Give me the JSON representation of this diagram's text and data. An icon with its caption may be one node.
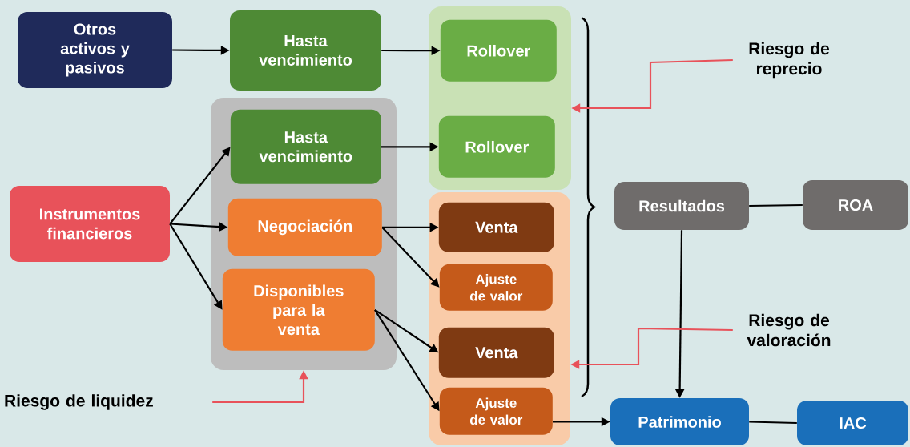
{
  "diagram": {
    "nodes": [
      {
        "text": [
          "Otros activos y pasivos"
        ]
      },
      {
        "text": [
          "Hasta vencimiento"
        ]
      },
      {
        "text": [],
        "shape": "box"
      },
      {
        "text": [
          "Rollover"
        ],
        "in": 2
      },
      {
        "text": [
          "Rollover"
        ],
        "in": 2
      },
      {
        "text": [],
        "shape": "box"
      },
      {
        "text": [
          "Hasta vencimiento"
        ],
        "in": 5
      },
      {
        "text": [
          "Negociación"
        ],
        "in": 5
      },
      {
        "text": [
          "Disponibles para la venta"
        ],
        "in": 5
      },
      {
        "text": [
          "Instrumentos financieros"
        ]
      },
      {
        "text": [],
        "shape": "box"
      },
      {
        "text": [
          "Venta"
        ],
        "in": 10
      },
      {
        "text": [
          "Ajuste de valor"
        ],
        "in": 10
      },
      {
        "text": [
          "Venta"
        ],
        "in": 10
      },
      {
        "text": [
          "Ajuste de valor"
        ],
        "in": 10
      },
      {
        "text": [
          "Resultados"
        ]
      },
      {
        "text": [
          "ROA"
        ]
      },
      {
        "text": [
          "Patrimonio"
        ]
      },
      {
        "text": [
          "IAC"
        ]
      },
      {
        "text": [
          "Riesgo de reprecio"
        ]
      },
      {
        "text": [
          "Riesgo de valoración"
        ]
      },
      {
        "text": [
          "Riesgo de liquidez"
        ]
      }
    ],
    "edges": [
      {
        "from": 0,
        "to": 1,
        "arrow": "to"
      },
      {
        "from": 1,
        "to": 3,
        "arrow": "to"
      },
      {
        "from": 6,
        "to": 4,
        "arrow": "to"
      },
      {
        "from": 9,
        "to": 6,
        "arrow": "to"
      },
      {
        "from": 9,
        "to": 7,
        "arrow": "to"
      },
      {
        "from": 9,
        "to": 8,
        "arrow": "to"
      },
      {
        "from": 7,
        "to": 11,
        "arrow": "to"
      },
      {
        "from": 7,
        "to": 12,
        "arrow": "to"
      },
      {
        "from": 8,
        "to": 13,
        "arrow": "to"
      },
      {
        "from": 8,
        "to": 14,
        "arrow": "to"
      },
      {
        "from": 14,
        "to": 17,
        "arrow": "to"
      },
      {
        "from": 15,
        "to": 16,
        "arrow": "none"
      },
      {
        "from": 15,
        "to": 17,
        "arrow": "to"
      },
      {
        "from": 17,
        "to": 18,
        "arrow": "none"
      },
      {
        "from": 19,
        "to": 2,
        "arrow": "to",
        "color": "#e8525a"
      },
      {
        "from": 20,
        "to": 10,
        "arrow": "to",
        "color": "#e8525a"
      },
      {
        "from": 21,
        "to": 5,
        "arrow": "to",
        "color": "#e8525a"
      }
    ]
  }
}
